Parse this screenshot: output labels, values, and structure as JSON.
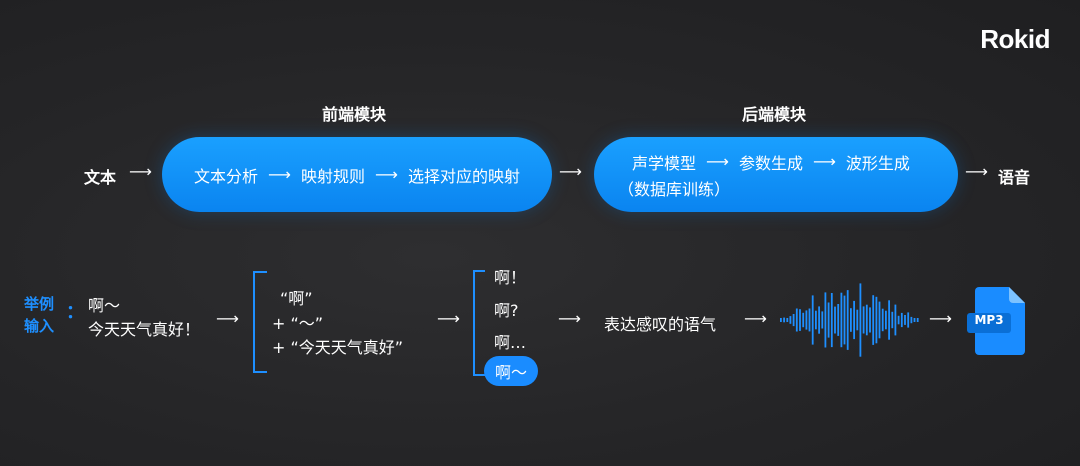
{
  "logo": "Rokid",
  "pipeline": {
    "frontend_label": "前端模块",
    "backend_label": "后端模块",
    "input": "文本",
    "frontend_steps": [
      "文本分析",
      "映射规则",
      "选择对应的映射"
    ],
    "backend_steps": [
      "声学模型",
      "参数生成",
      "波形生成"
    ],
    "backend_sub": "（数据库训练）",
    "output": "语音"
  },
  "example": {
    "label_line1": "举例",
    "label_line2": "输入",
    "colon": "：",
    "input_line1": "啊～",
    "input_line2": "今天天气真好！",
    "analysis": [
      "“啊”",
      "+ “～”",
      "+ “今天天气真好”"
    ],
    "options": [
      "啊！",
      "啊?",
      "啊…",
      "啊～"
    ],
    "result": "表达感叹的语气",
    "file_label": "MP3"
  },
  "colors": {
    "accent": "#1e8fff",
    "pill": "#0a84f0",
    "background": "#252527"
  }
}
